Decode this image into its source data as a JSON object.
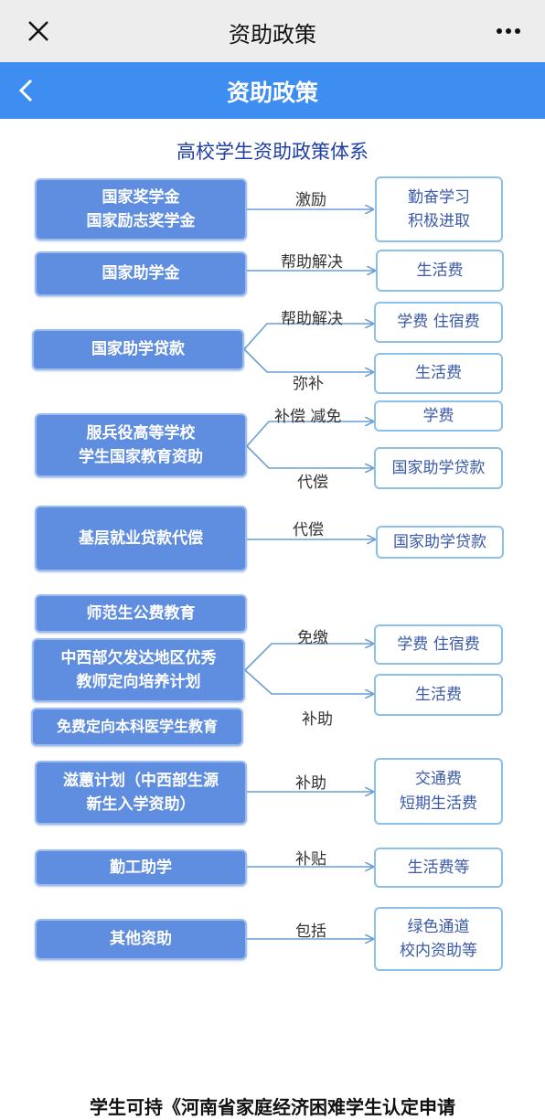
{
  "topbar": {
    "title": "资助政策",
    "close_icon": "close-icon",
    "more_icon": "more-icon"
  },
  "navbar": {
    "title": "资助政策",
    "back_icon": "back-chevron-icon",
    "color": "#3d8ef0"
  },
  "diagram": {
    "title": "高校学生资助政策体系",
    "left_boxes": [
      "国家奖学金\n国家励志奖学金",
      "国家助学金",
      "国家助学贷款",
      "服兵役高等学校\n学生国家教育资助",
      "基层就业贷款代偿",
      "师范生公费教育",
      "中西部欠发达地区优秀\n教师定向培养计划",
      "免费定向本科医学生教育",
      "滋蕙计划（中西部生源\n新生入学资助）",
      "勤工助学",
      "其他资助"
    ],
    "right_boxes": [
      "勤奋学习\n积极进取",
      "生活费",
      "学费  住宿费",
      "生活费",
      "学费",
      "国家助学贷款",
      "国家助学贷款",
      "学费  住宿费",
      "生活费",
      "交通费\n短期生活费",
      "生活费等",
      "绿色通道\n校内资助等"
    ],
    "labels": [
      "激励",
      "帮助解决",
      "帮助解决",
      "弥补",
      "补偿  减免",
      "代偿",
      "代偿",
      "免缴",
      "补助",
      "补助",
      "补贴",
      "包括"
    ]
  },
  "footer": {
    "text": "学生可持《河南省家庭经济困难学生认定申请"
  }
}
